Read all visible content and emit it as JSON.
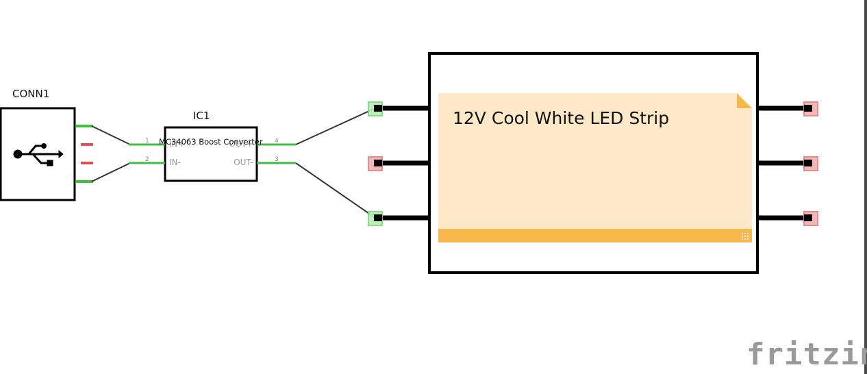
{
  "connector": {
    "label": "CONN1",
    "icon": "usb-icon"
  },
  "ic": {
    "label": "IC1",
    "title": "MC34063 Boost Converter",
    "pins": [
      {
        "number": "1",
        "name": "IN+"
      },
      {
        "number": "2",
        "name": "IN-"
      },
      {
        "number": "3",
        "name": "OUT-"
      },
      {
        "number": "4",
        "name": "OUT+"
      }
    ]
  },
  "led_strip": {
    "note_text": "12V Cool White LED Strip"
  },
  "watermark": "fritzing",
  "colors": {
    "wire_green": "#3fbf3f",
    "pin_red": "#e05050",
    "pin_green_fill": "#b8f0b0",
    "pin_red_fill": "#f4b0b0",
    "note_bg": "#fde8c8",
    "note_accent": "#f7b84e"
  }
}
